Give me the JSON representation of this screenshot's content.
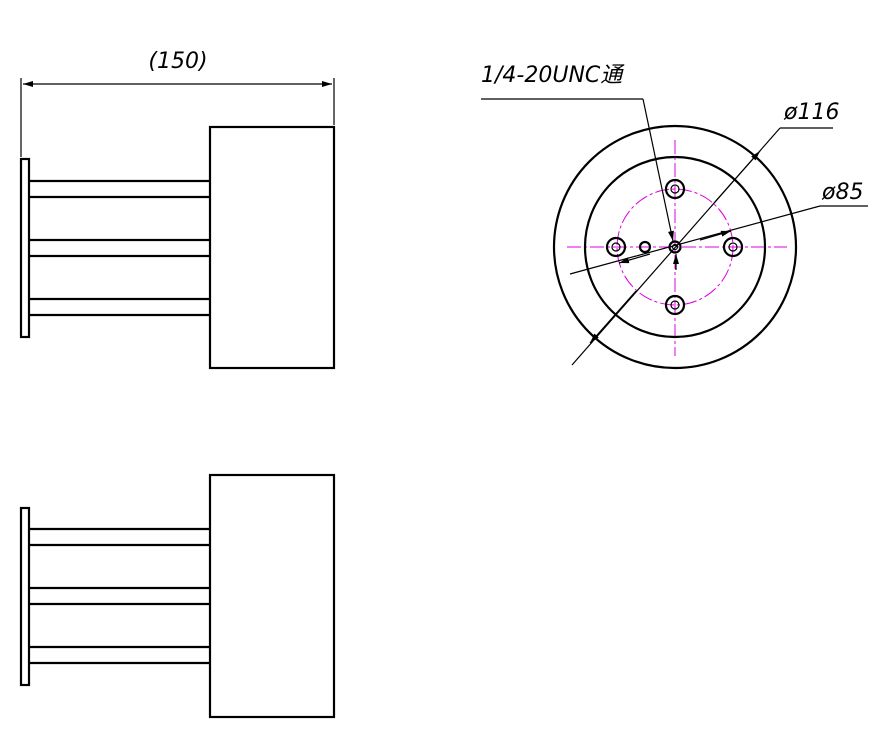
{
  "dimensions": {
    "overall_length": "(150)",
    "outer_diameter": "ø116",
    "bolt_circle_diameter": "ø85"
  },
  "notes": {
    "thread_callout": "1/4-20UNC通"
  }
}
